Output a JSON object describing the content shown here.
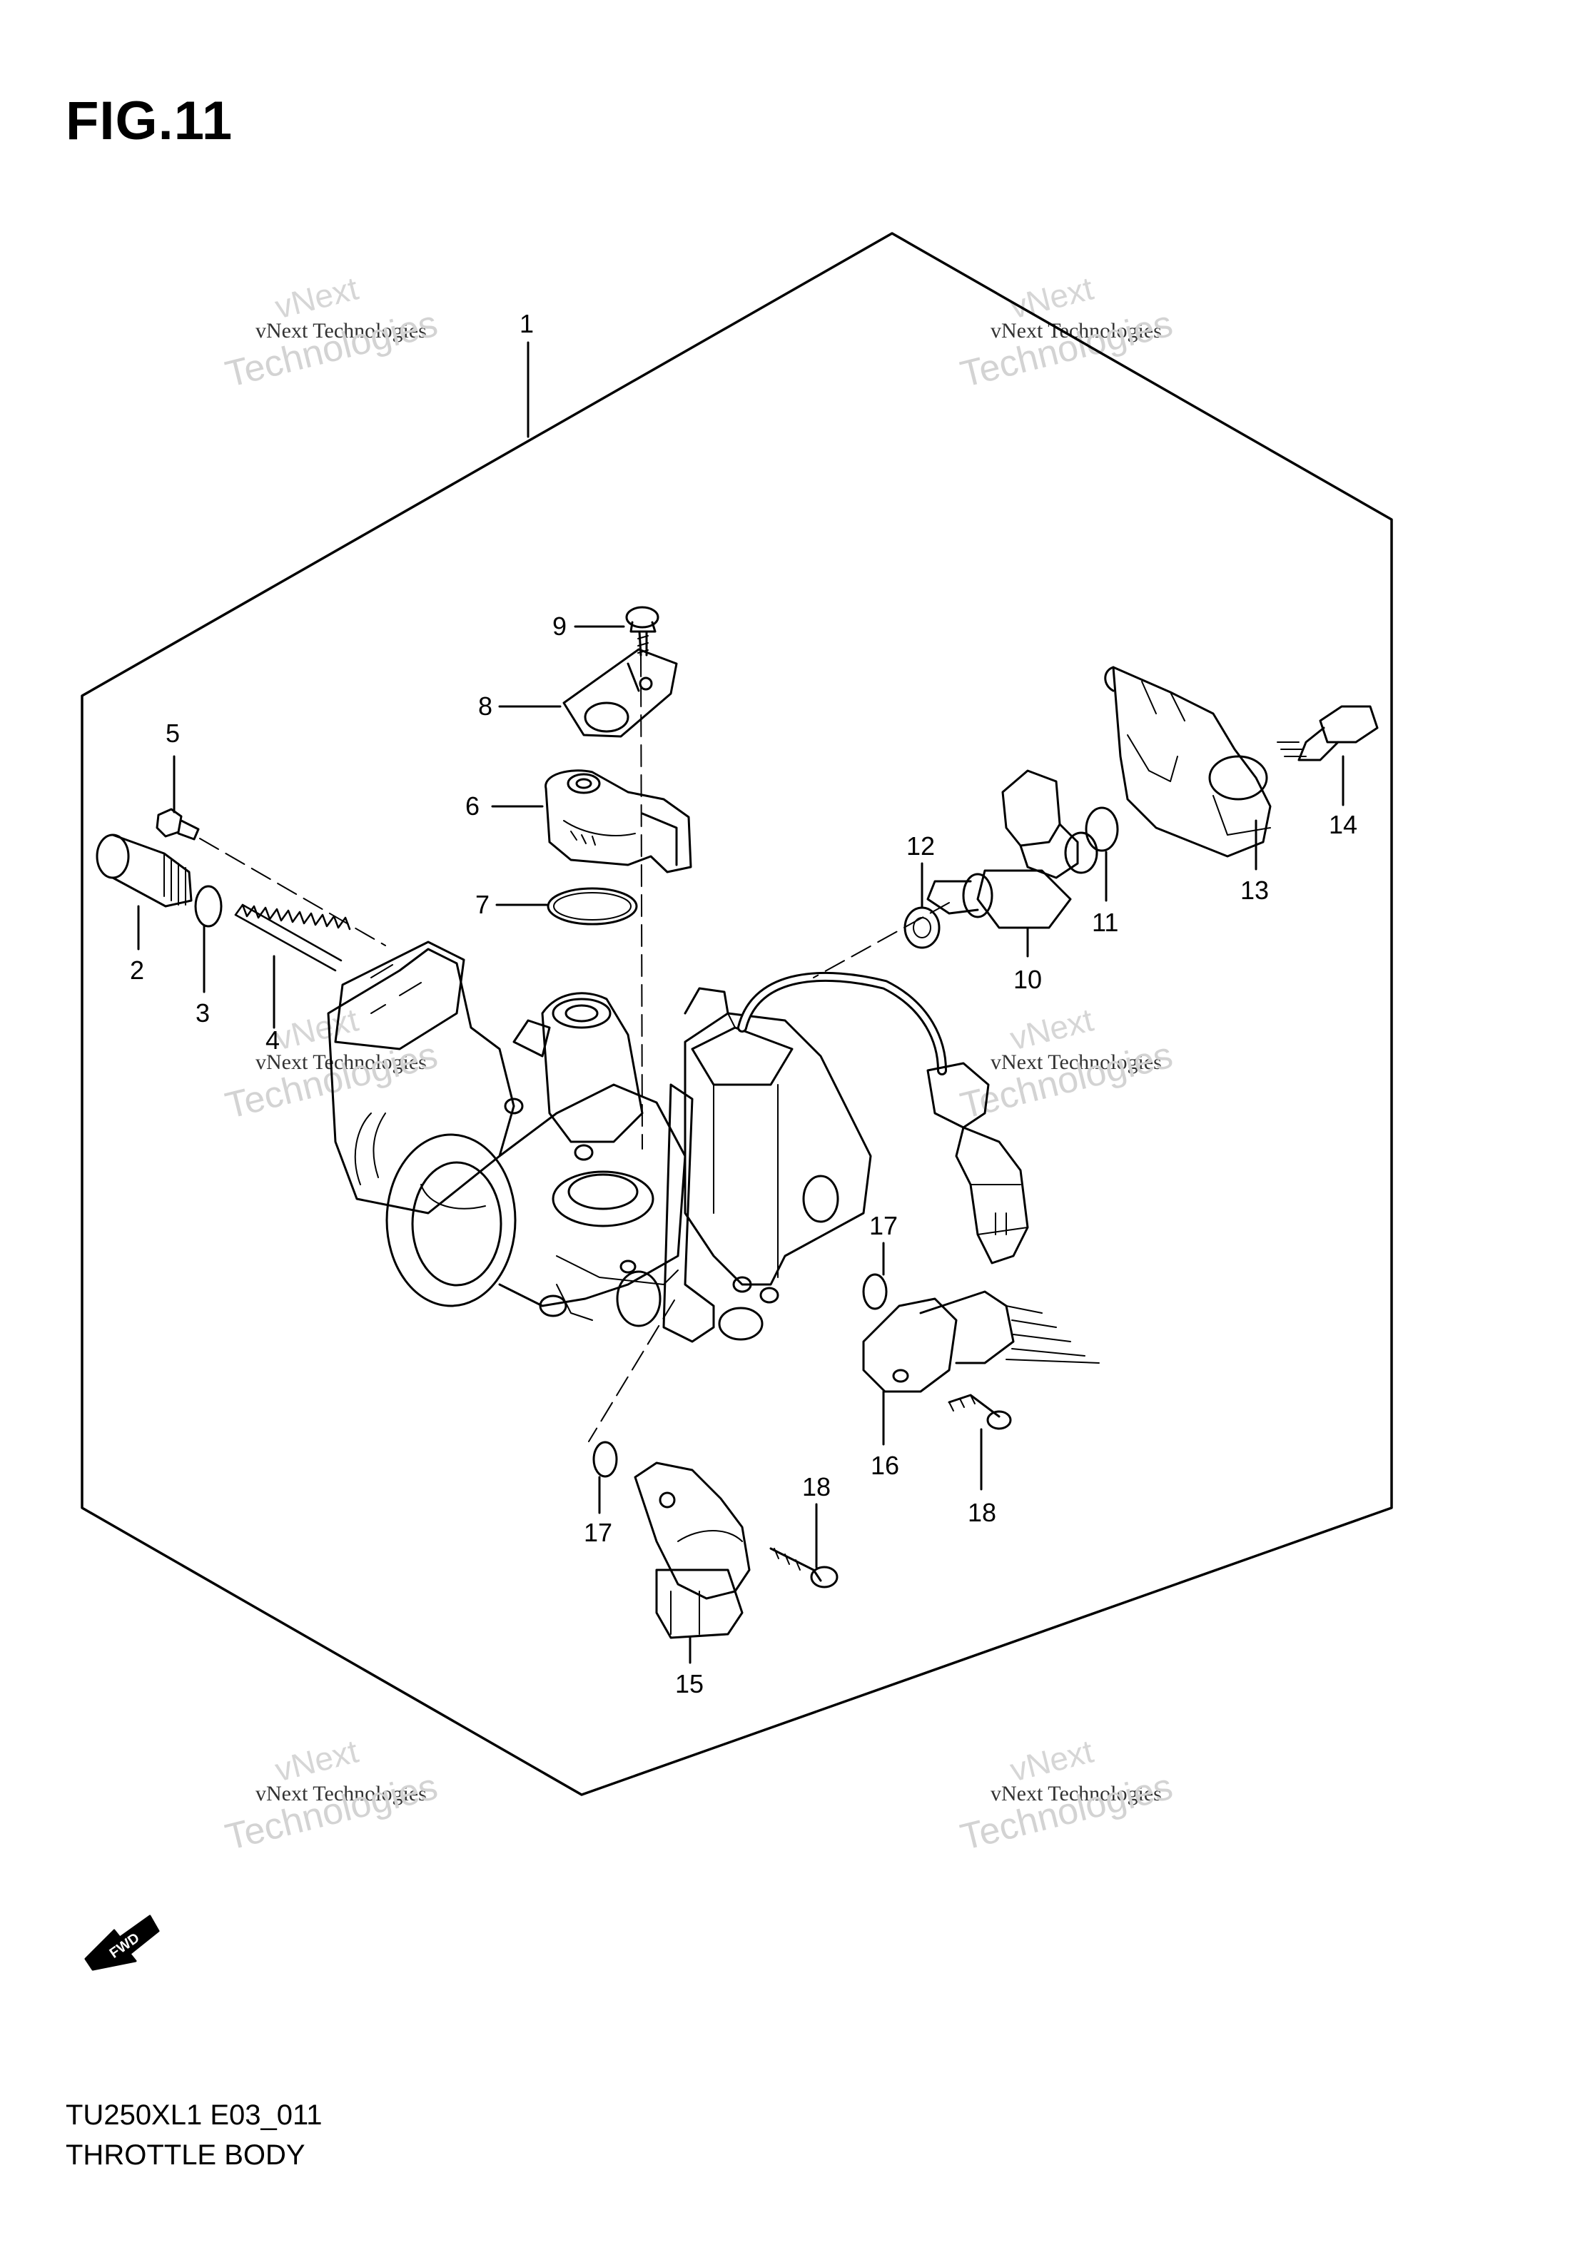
{
  "figure": {
    "title": "FIG.11",
    "model_code": "TU250XL1 E03_011",
    "section_name": "THROTTLE BODY",
    "fwd_label": "FWD"
  },
  "watermark": {
    "line1": "vNext",
    "line2": "vNext Technologies",
    "line3": "Technologies"
  },
  "callouts": [
    "1",
    "2",
    "3",
    "4",
    "5",
    "6",
    "7",
    "8",
    "9",
    "10",
    "11",
    "12",
    "13",
    "14",
    "15",
    "16",
    "17",
    "17",
    "18",
    "18"
  ]
}
